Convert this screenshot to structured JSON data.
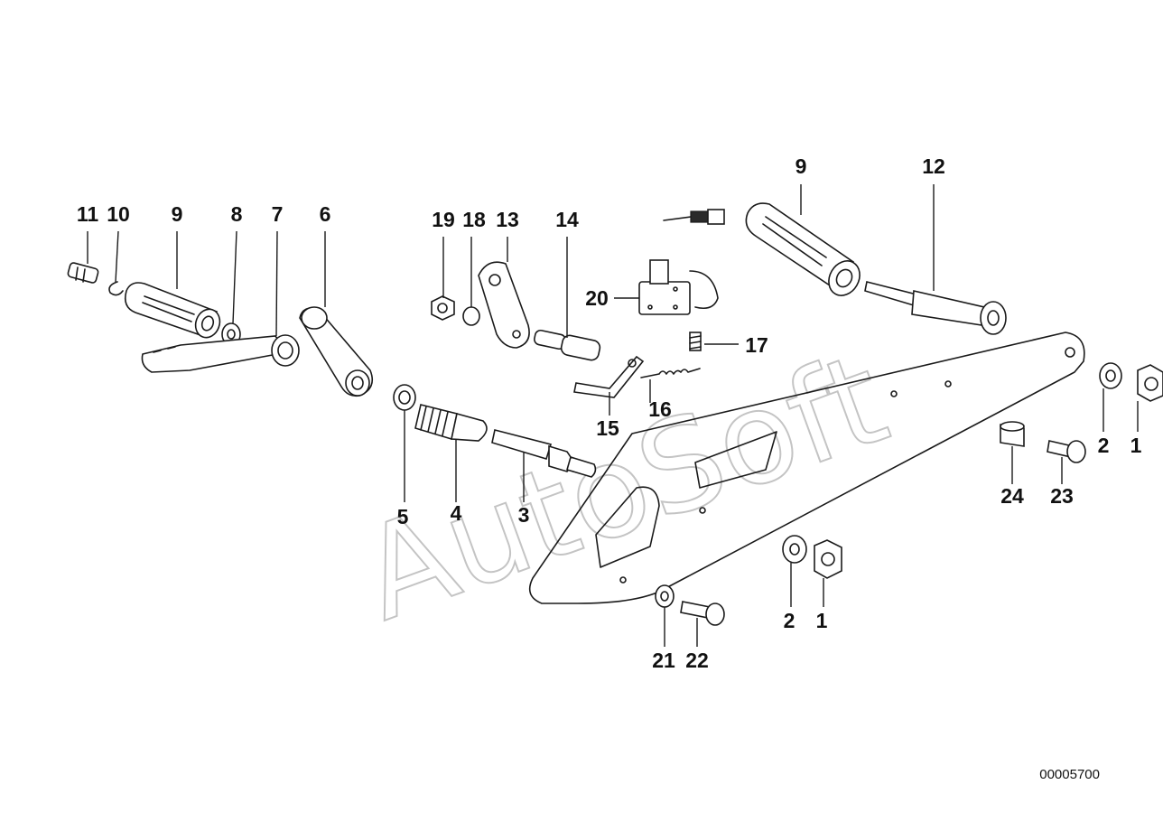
{
  "diagram": {
    "document_number": "00005700",
    "watermark": "AutoSoft",
    "callouts": [
      {
        "id": "c11",
        "text": "11"
      },
      {
        "id": "c10",
        "text": "10"
      },
      {
        "id": "c9a",
        "text": "9"
      },
      {
        "id": "c8",
        "text": "8"
      },
      {
        "id": "c7",
        "text": "7"
      },
      {
        "id": "c6",
        "text": "6"
      },
      {
        "id": "c19",
        "text": "19"
      },
      {
        "id": "c18",
        "text": "18"
      },
      {
        "id": "c13",
        "text": "13"
      },
      {
        "id": "c14",
        "text": "14"
      },
      {
        "id": "c20",
        "text": "20"
      },
      {
        "id": "c9b",
        "text": "9"
      },
      {
        "id": "c12",
        "text": "12"
      },
      {
        "id": "c17",
        "text": "17"
      },
      {
        "id": "c16",
        "text": "16"
      },
      {
        "id": "c15",
        "text": "15"
      },
      {
        "id": "c5",
        "text": "5"
      },
      {
        "id": "c4",
        "text": "4"
      },
      {
        "id": "c3",
        "text": "3"
      },
      {
        "id": "c2a",
        "text": "2"
      },
      {
        "id": "c1a",
        "text": "1"
      },
      {
        "id": "c24",
        "text": "24"
      },
      {
        "id": "c23",
        "text": "23"
      },
      {
        "id": "c2b",
        "text": "2"
      },
      {
        "id": "c1b",
        "text": "1"
      },
      {
        "id": "c21",
        "text": "21"
      },
      {
        "id": "c22",
        "text": "22"
      }
    ]
  }
}
